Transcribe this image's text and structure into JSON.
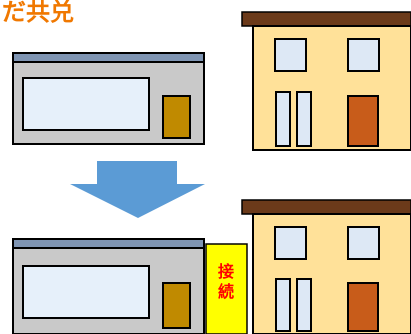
{
  "title": "だ共兑",
  "connector_label": [
    "接",
    "続"
  ],
  "colors": {
    "title_fill": "#f07800",
    "title_stroke": "#ffffff",
    "shop_roof": "#7f95b3",
    "shop_wall": "#c9c9c9",
    "shop_window": "#e6f0fa",
    "shop_door": "#c08a00",
    "house_roof": "#6b3a1a",
    "house_wall": "#ffe199",
    "house_window": "#dde8f5",
    "house_door": "#c85c1a",
    "outline": "#000000",
    "arrow": "#5b9bd5",
    "connector_fill": "#ffff00",
    "connector_text": "#ff0000"
  }
}
